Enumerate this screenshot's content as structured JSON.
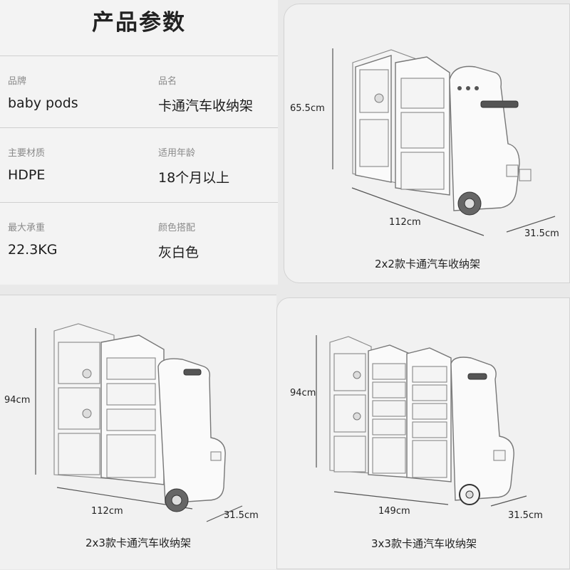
{
  "params": {
    "title": "产品参数",
    "rows": [
      [
        {
          "label": "品牌",
          "value": "baby pods"
        },
        {
          "label": "品名",
          "value": "卡通汽车收纳架"
        }
      ],
      [
        {
          "label": "主要材质",
          "value": "HDPE"
        },
        {
          "label": "适用年龄",
          "value": "18个月以上"
        }
      ],
      [
        {
          "label": "最大承重",
          "value": "22.3KG"
        },
        {
          "label": "颜色搭配",
          "value": "灰白色"
        }
      ]
    ]
  },
  "products": [
    {
      "caption": "2x2款卡通汽车收纳架",
      "height": "65.5cm",
      "width": "112cm",
      "depth": "31.5cm"
    },
    {
      "caption": "2x3款卡通汽车收纳架",
      "height": "94cm",
      "width": "112cm",
      "depth": "31.5cm"
    },
    {
      "caption": "3x3款卡通汽车收纳架",
      "height": "94cm",
      "width": "149cm",
      "depth": "31.5cm"
    }
  ]
}
